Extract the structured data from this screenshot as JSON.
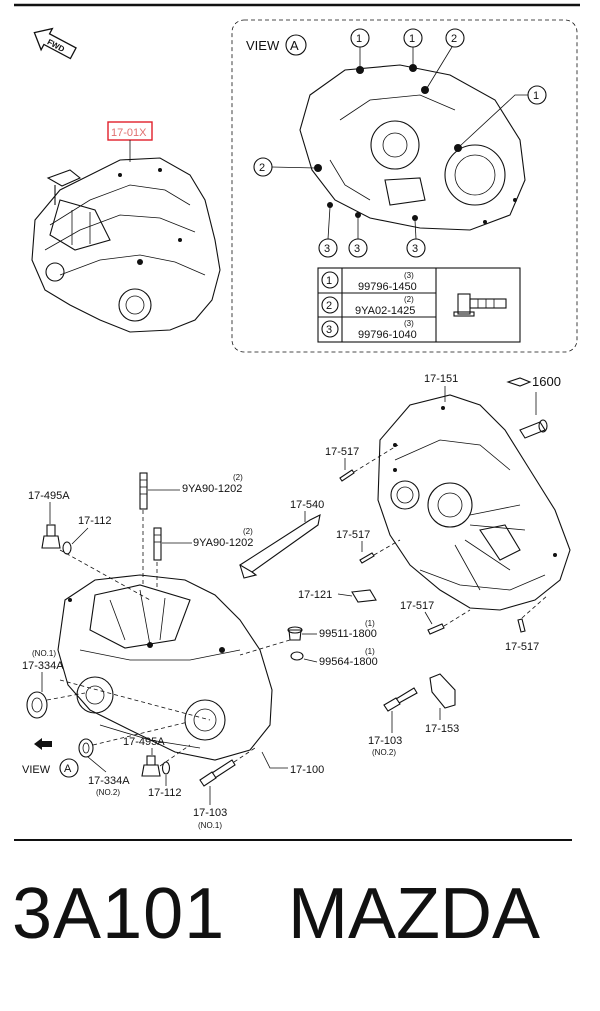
{
  "header": {
    "fwd_label": "FWD"
  },
  "top_left": {
    "assembly_ref": "17-01X"
  },
  "view_a_box": {
    "title": "VIEW",
    "title_letter": "A",
    "callouts": [
      "1",
      "1",
      "2",
      "1",
      "2",
      "3",
      "3",
      "3"
    ],
    "legend": [
      {
        "num": "1",
        "qty": "(3)",
        "part": "99796-1450"
      },
      {
        "num": "2",
        "qty": "(2)",
        "part": "9YA02-1425"
      },
      {
        "num": "3",
        "qty": "(3)",
        "part": "99796-1040"
      }
    ]
  },
  "labels": {
    "p17_151": "17-151",
    "p1600": "1600",
    "p17_517_a": "17-517",
    "p17_517_b": "17-517",
    "p17_517_c": "17-517",
    "p17_517_d": "17-517",
    "p17_540": "17-540",
    "p9ya90_a_qty": "(2)",
    "p9ya90_a": "9YA90-1202",
    "p9ya90_b_qty": "(2)",
    "p9ya90_b": "9YA90-1202",
    "p17_495a_a": "17-495A",
    "p17_495a_b": "17-495A",
    "p17_112_a": "17-112",
    "p17_112_b": "17-112",
    "p17_121": "17-121",
    "p99511_qty": "(1)",
    "p99511": "99511-1800",
    "p99564_qty": "(1)",
    "p99564": "99564-1800",
    "p17_334a_a_note": "(NO.1)",
    "p17_334a_a": "17-334A",
    "p17_334a_b": "17-334A",
    "p17_334a_b_note": "(NO.2)",
    "view_a_ref": "VIEW",
    "view_a_letter": "A",
    "p17_100": "17-100",
    "p17_103_a": "17-103",
    "p17_103_a_note": "(NO.1)",
    "p17_103_b": "17-103",
    "p17_103_b_note": "(NO.2)",
    "p17_153": "17-153"
  },
  "footer": {
    "code": "3A101",
    "brand": "MAZDA"
  },
  "colors": {
    "highlight_box": "#e0202a",
    "ink": "#111111"
  }
}
